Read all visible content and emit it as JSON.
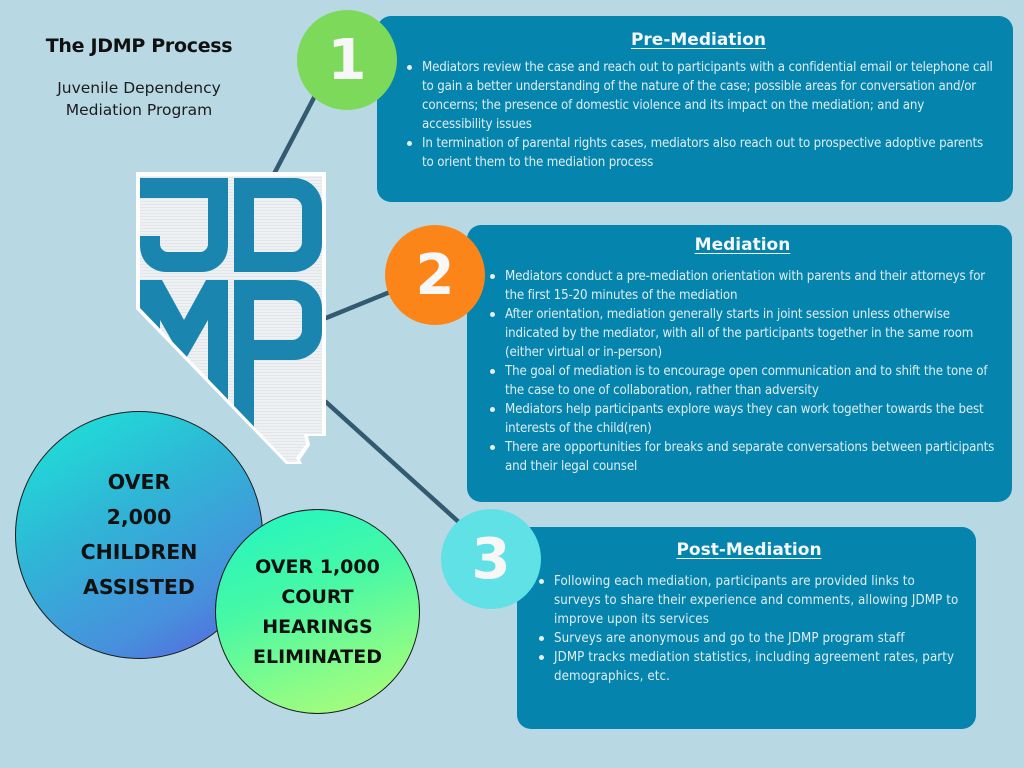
{
  "header": {
    "title": "The JDMP Process",
    "subtitle_line1": "Juvenile Dependency",
    "subtitle_line2": "Mediation Program"
  },
  "logo": {
    "letters": [
      "J",
      "D",
      "M",
      "P"
    ],
    "alt": "JDMP Nevada-shaped logo",
    "color": "#1a86b0"
  },
  "steps": [
    {
      "number": "1",
      "color": "#7dd95a",
      "heading": "Pre-Mediation",
      "bullets": [
        "Mediators review the case and reach out to participants with a confidential email or telephone call to gain a better understanding of the nature of the case; possible areas for conversation and/or concerns; the presence of domestic violence and its impact on the mediation; and any accessibility issues",
        "In termination of parental rights cases, mediators also reach out to prospective adoptive parents to orient them to the mediation process"
      ]
    },
    {
      "number": "2",
      "color": "#fb8519",
      "heading": "Mediation",
      "bullets": [
        "Mediators conduct a pre-mediation orientation with parents and their attorneys for the first 15-20 minutes of the mediation",
        "After orientation, mediation generally starts in joint session unless otherwise indicated by the mediator, with all of the participants together in the same room (either virtual or in-person)",
        "The goal of mediation is to encourage open communication and to shift the tone of the case to one of collaboration, rather than adversity",
        "Mediators help participants explore ways they can work together towards the best interests of the child(ren)",
        "There are opportunities for breaks and separate conversations between participants and their legal counsel"
      ]
    },
    {
      "number": "3",
      "color": "#5fe1e6",
      "heading": "Post-Mediation",
      "bullets": [
        "Following each mediation, participants are provided links to surveys to share their experience and comments, allowing JDMP to improve upon its services",
        "Surveys are anonymous and go to the JDMP program staff",
        "JDMP tracks mediation statistics, including agreement rates, party demographics, etc."
      ]
    }
  ],
  "stats": [
    {
      "lines": [
        "OVER",
        "2,000",
        "CHILDREN",
        "ASSISTED"
      ]
    },
    {
      "lines": [
        "OVER 1,000",
        "COURT",
        "HEARINGS",
        "ELIMINATED"
      ]
    }
  ],
  "colors": {
    "background": "#b8d8e4",
    "card": "#0584ae",
    "connector": "#335a70"
  }
}
